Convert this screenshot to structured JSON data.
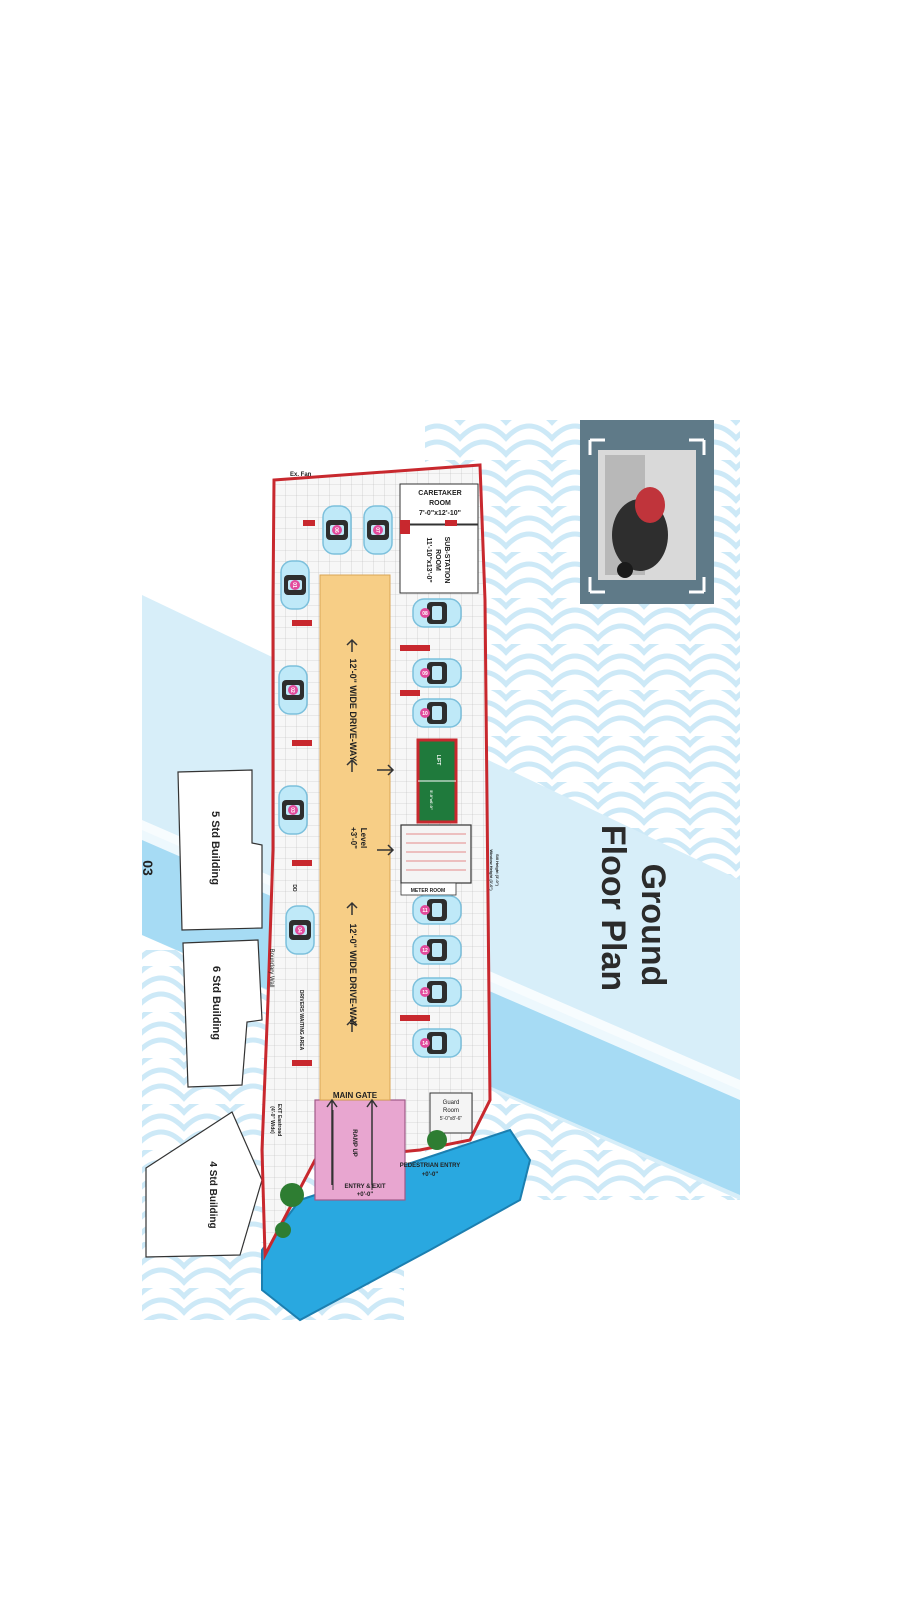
{
  "page_number": "03",
  "title_line1": "Ground",
  "title_line2": "Floor Plan",
  "neighbours": {
    "b5": "5 Std Building",
    "b6": "6 Std Building",
    "b4": "4 Std Building"
  },
  "rooms": {
    "caretaker": [
      "CARETAKER",
      "ROOM",
      "7'-0\"x12'-10\""
    ],
    "substation": [
      "SUB-STATION",
      "ROOM",
      "11'-10\"x13'-0\""
    ],
    "meter": "METER ROOM",
    "guard": [
      "Guard",
      "Room",
      "5'-0\"x8'-6\""
    ]
  },
  "labels": {
    "ex_fan": "Ex. Fan",
    "driveway_top": "12'-0\" WIDE DRIVE-WAY",
    "driveway_bottom": "12'-0\" WIDE DRIVE-WAY",
    "level": [
      "Level",
      "+3'-0\""
    ],
    "main_gate": "MAIN GATE",
    "ramp_up": "RAMP UP",
    "entry_exit": [
      "ENTRY & EXIT",
      "+0'-0\""
    ],
    "pedestrian": [
      "PEDESTRIAN ENTRY",
      "+0'-0\""
    ],
    "boundary_wall": "Boundary Wall",
    "drivers_waiting": "DRIVERS WAITING AREA",
    "sill": [
      "Sill Height (3'-0\")",
      "Window Height (3'-0\")"
    ],
    "existing_road": [
      "EXT Eastroad",
      "(4'-0\" Wide)"
    ],
    "lift": [
      "LIFT",
      "5'-0\"x6'-0\""
    ],
    "dd": "DD"
  },
  "parking_spots": {
    "west": [
      "01",
      "02",
      "03",
      "04",
      "05"
    ],
    "north": [
      "06",
      "07"
    ],
    "east": [
      "08",
      "09",
      "10",
      "11",
      "12",
      "13",
      "14"
    ]
  },
  "colors": {
    "driveway": "#f7ce86",
    "ramp": "#e8a6d0",
    "lift": "#1f7a3c",
    "water": "#29a8e0",
    "wave": "#d9eef9",
    "car": "#bfe9f8",
    "badge": "#e24a9c",
    "wall": "#c8282e"
  }
}
